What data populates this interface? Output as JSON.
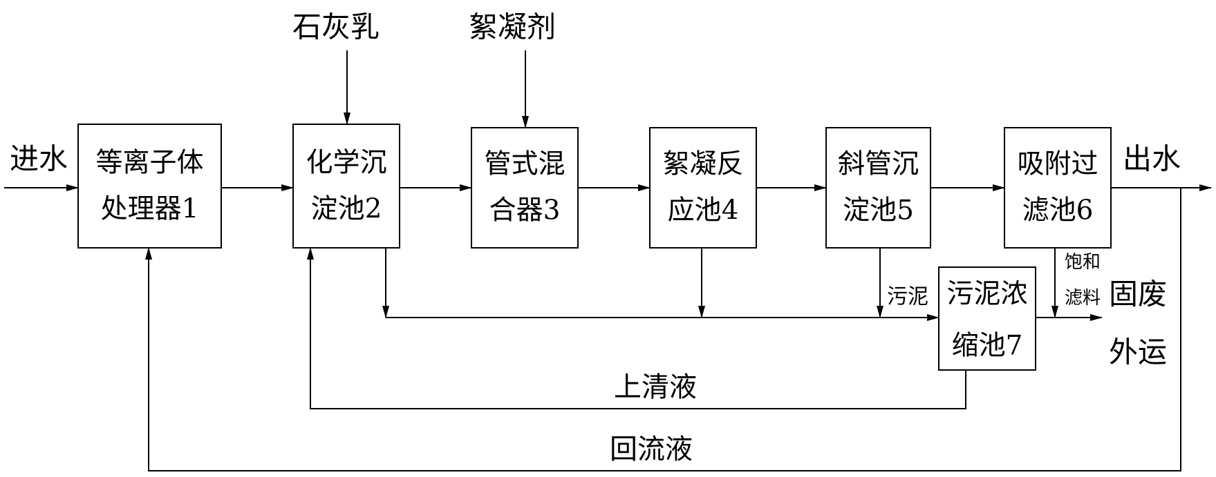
{
  "colors": {
    "line": "#000000",
    "background": "#ffffff"
  },
  "inputs": {
    "lime_milk": "石灰乳",
    "flocculant": "絮凝剂"
  },
  "flow": {
    "inlet": "进水",
    "outlet": "出水"
  },
  "units": [
    {
      "lines": [
        "等离子体",
        "处理器1"
      ]
    },
    {
      "lines": [
        "化学沉",
        "淀池2"
      ]
    },
    {
      "lines": [
        "管式混",
        "合器3"
      ]
    },
    {
      "lines": [
        "絮凝反",
        "应池4"
      ]
    },
    {
      "lines": [
        "斜管沉",
        "淀池5"
      ]
    },
    {
      "lines": [
        "吸附过",
        "滤池6"
      ]
    },
    {
      "lines": [
        "污泥浓",
        "缩池7"
      ]
    }
  ],
  "labels": {
    "sludge": "污泥",
    "saturated_media": [
      "饱和",
      "滤料"
    ],
    "solid_waste": [
      "固废",
      "外运"
    ],
    "supernatant": "上清液",
    "return_liquid": "回流液"
  }
}
